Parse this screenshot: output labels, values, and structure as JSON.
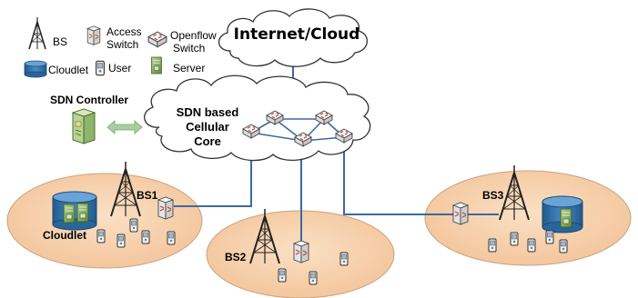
{
  "legend": {
    "bs": "BS",
    "access_switch_line1": "Access",
    "access_switch_line2": "Switch",
    "openflow_switch_line1": "Openflow",
    "openflow_switch_line2": "Switch",
    "cloudlet": "Cloudlet",
    "user": "User",
    "server": "Server"
  },
  "internet_cloud": "Internet/Cloud",
  "core": {
    "line1": "SDN based",
    "line2": "Cellular",
    "line3": "Core"
  },
  "controller_label": "SDN Controller",
  "cells": {
    "bs1": "BS1",
    "bs2": "BS2",
    "bs3": "BS3",
    "cloudlet": "Cloudlet"
  },
  "colors": {
    "cell_fill": "#f7cfa9",
    "cell_stroke": "#bf9a78",
    "link": "#3a6aa3",
    "cloudlet": "#2f6fa3",
    "server": "#7fa85a",
    "controller_arrow": "#9fc49a"
  }
}
